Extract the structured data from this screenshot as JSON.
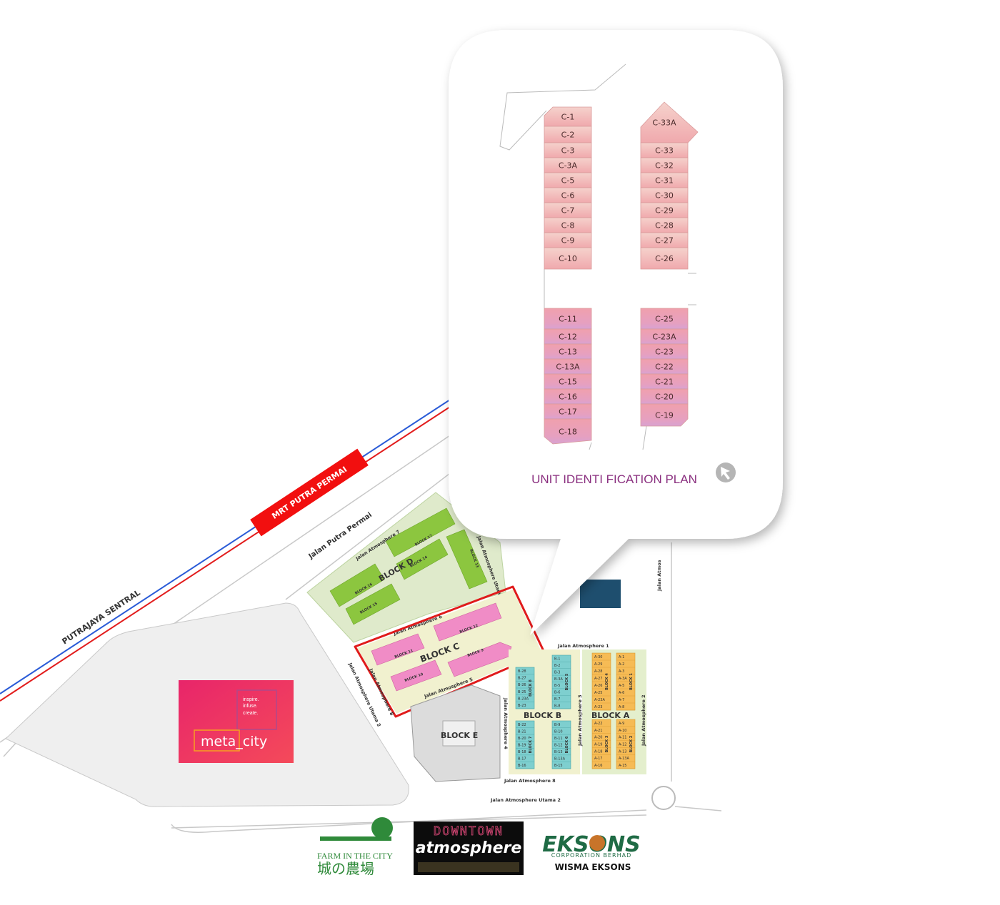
{
  "callout": {
    "title": "UNIT  IDENTI FICATION  PLAN",
    "compass_icon": "north-arrow-icon",
    "left_top": [
      "C-1",
      "C-2",
      "C-3",
      "C-3A",
      "C-5",
      "C-6",
      "C-7",
      "C-8",
      "C-9",
      "C-10"
    ],
    "right_top": [
      "C-33A",
      "C-33",
      "C-32",
      "C-31",
      "C-30",
      "C-29",
      "C-28",
      "C-27",
      "C-26"
    ],
    "left_bottom": [
      "C-11",
      "C-12",
      "C-13",
      "C-13A",
      "C-15",
      "C-16",
      "C-17",
      "C-18"
    ],
    "right_bottom": [
      "C-25",
      "C-23A",
      "C-23",
      "C-22",
      "C-21",
      "C-20",
      "C-19"
    ],
    "colors": {
      "top_units": "#f2bdbb",
      "bottom_units": "#eea2b6",
      "bottom_end": "#d8a2d2",
      "title": "#8a2f7f"
    }
  },
  "map": {
    "rail_label": "PUTRAJAYA SENTRAL",
    "station_label": "MRT PUTRA PERMAI",
    "roads": {
      "putra_permai": "Jalan Putra Permai",
      "a1": "Jalan Atmosphere 1",
      "a2": "Jalan Atmosphere 2",
      "a3": "Jalan Atmosphere 3",
      "a4": "Jalan Atmosphere 4",
      "a5": "Jalan Atmosphere 5",
      "a6": "Jalan Atmosphere 6",
      "a7": "Jalan Atmosphere 7",
      "a8": "Jalan Atmosphere 8",
      "a8_left": "Jalan Atmosphere 8",
      "utama1": "Jalan Atmosphere Utama 1",
      "utama2": "Jalan Atmosphere Utama 2",
      "utama2_left": "Jalan Atmosphere Utama 2",
      "atmos_cut": "Jalan Atmos"
    },
    "blocks": {
      "a": "BLOCK A",
      "b": "BLOCK B",
      "c": "BLOCK C",
      "d": "BLOCK D",
      "e": "BLOCK E",
      "sub": {
        "b1": "BLOCK 1",
        "b2": "BLOCK 2",
        "b3": "BLOCK 3",
        "b4": "BLOCK 4",
        "b5": "BLOCK 5",
        "b6": "BLOCK 6",
        "b7": "BLOCK 7",
        "b8": "BLOCK 8",
        "b9": "BLOCK 9",
        "b10": "BLOCK 10",
        "b11": "BLOCK 11",
        "b12": "BLOCK 12",
        "b13": "BLOCK 13",
        "b14": "BLOCK 14",
        "b15": "BLOCK 15",
        "b16": "BLOCK 16",
        "b17": "BLOCK 17"
      }
    },
    "block_a_units": {
      "block4": [
        "A-30",
        "A-29",
        "A-28",
        "A-27",
        "A-26",
        "A-25",
        "A-23A",
        "A-23"
      ],
      "block1": [
        "A-1",
        "A-2",
        "A-3",
        "A-3A",
        "A-5",
        "A-6",
        "A-7",
        "A-8"
      ],
      "block3": [
        "A-22",
        "A-21",
        "A-20",
        "A-19",
        "A-18",
        "A-17",
        "A-16"
      ],
      "block2": [
        "A-9",
        "A-10",
        "A-11",
        "A-12",
        "A-13",
        "A-13A",
        "A-15"
      ]
    },
    "block_b_units": {
      "block8": [
        "B-28",
        "B-27",
        "B-26",
        "B-25",
        "B-23A",
        "B-23"
      ],
      "block5": [
        "B-1",
        "B-2",
        "B-3",
        "B-3A",
        "B-5",
        "B-6",
        "B-7",
        "B-8"
      ],
      "block7": [
        "B-22",
        "B-21",
        "B-20",
        "B-19",
        "B-18",
        "B-17",
        "B-16"
      ],
      "block6": [
        "B-9",
        "B-10",
        "B-11",
        "B-12",
        "B-13",
        "B-13A",
        "B-15"
      ]
    },
    "colors": {
      "block_a": "#f6bb55",
      "block_b": "#7ecfcf",
      "block_c": "#f08cc6",
      "block_d": "#8cc63f",
      "highlight": "#e01b1b",
      "rail_blue": "#2a5bd7",
      "rail_red": "#e21c1c"
    }
  },
  "meta_city": {
    "name": "meta_city",
    "tagline": [
      "inspire.",
      "infuse.",
      "create."
    ]
  },
  "logos": {
    "farm": {
      "line1": "FARM IN THE CITY",
      "line2": "城の農場"
    },
    "downtown": {
      "line1": "DOWNTOWN",
      "line2": "atmosphere"
    },
    "eksons": {
      "name": "EKSONS",
      "sub": "CORPORATION BERHAD",
      "caption": "WISMA EKSONS"
    }
  }
}
